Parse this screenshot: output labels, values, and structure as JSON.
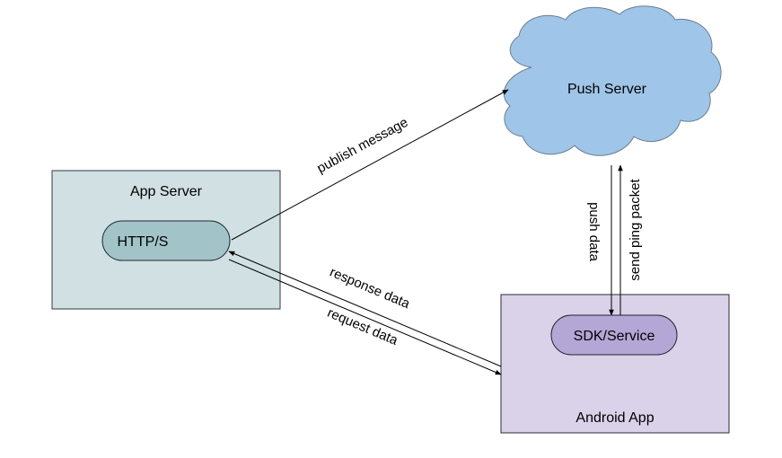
{
  "nodes": {
    "push_server": {
      "label": "Push Server",
      "color": "#9fc5e8",
      "stroke": "#6d7d8f"
    },
    "app_server": {
      "label": "App Server",
      "color": "#d0e0e3",
      "stroke": "#2f3b3e"
    },
    "http": {
      "label": "HTTP/S",
      "color": "#a2c4c9",
      "stroke": "#1f2a2c"
    },
    "android_app": {
      "label": "Android App",
      "color": "#d9d2e9",
      "stroke": "#2e2a36"
    },
    "sdk": {
      "label": "SDK/Service",
      "color": "#b4a7d6",
      "stroke": "#25212f"
    }
  },
  "edges": {
    "publish": {
      "label": "publish message"
    },
    "response": {
      "label": "response data"
    },
    "request": {
      "label": "request data"
    },
    "push": {
      "label": "push data"
    },
    "ping": {
      "label": "send ping packet"
    }
  },
  "colors": {
    "line": "#000000"
  }
}
